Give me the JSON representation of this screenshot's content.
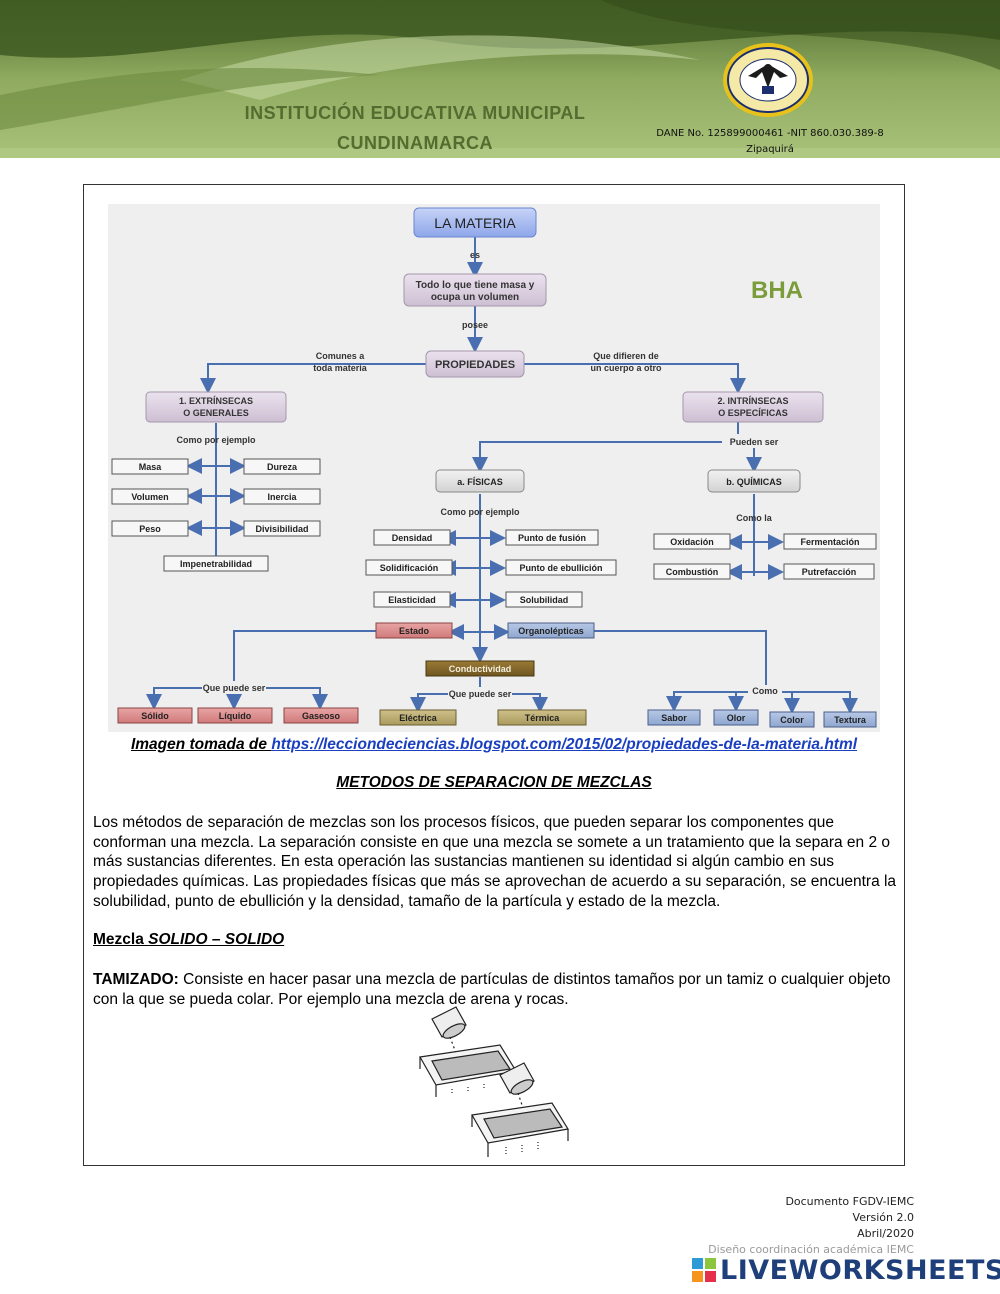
{
  "header": {
    "institution_line1": "INSTITUCIÓN EDUCATIVA MUNICIPAL",
    "institution_line2": "CUNDINAMARCA",
    "dane": "DANE No. 125899000461 -NIT 860.030.389-8",
    "city": "Zipaquirá",
    "colors": {
      "banner": "#9bb56a",
      "title": "#556b2f"
    }
  },
  "concept_map": {
    "root": "LA MATERIA",
    "link_es": "es",
    "definition_line1": "Todo lo que tiene masa y",
    "definition_line2": "ocupa un volumen",
    "link_posee": "posee",
    "properties": "PROPIEDADES",
    "left_link_line1": "Comunes a",
    "left_link_line2": "toda materia",
    "right_link_line1": "Que difieren de",
    "right_link_line2": "un cuerpo a otro",
    "extrinsic_line1": "1.   EXTRÍNSECAS",
    "extrinsic_line2": "O GENERALES",
    "intrinsic_line1": "2.   INTRÍNSECAS",
    "intrinsic_line2": "O  ESPECÍFICAS",
    "example_link": "Como por ejemplo",
    "extrinsic_items": [
      "Masa",
      "Dureza",
      "Volumen",
      "Inercia",
      "Peso",
      "Divisibilidad",
      "Impenetrabilidad"
    ],
    "pueden_ser": "Pueden ser",
    "physical": "a.   FÍSICAS",
    "chemical": "b.   QUÍMICAS",
    "physical_link": "Como por ejemplo",
    "physical_items": [
      "Densidad",
      "Punto de fusión",
      "Solidificación",
      "Punto de ebullición",
      "Elasticidad",
      "Solubilidad",
      "Estado",
      "Organolépticas",
      "Conductividad"
    ],
    "chemical_link": "Como la",
    "chemical_items": [
      "Oxidación",
      "Fermentación",
      "Combustión",
      "Putrefacción"
    ],
    "state_link": "Que puede ser",
    "states": [
      "Sólido",
      "Líquido",
      "Gaseoso"
    ],
    "conductivity_link": "Que puede ser",
    "conductivity_types": [
      "Eléctrica",
      "Térmica"
    ],
    "organoleptic_link": "Como",
    "organoleptic_items": [
      "Sabor",
      "Olor",
      "Color",
      "Textura"
    ],
    "logo_text": "BHA"
  },
  "caption": {
    "prefix": "Imagen tomada de ",
    "link": "https://lecciondeciencias.blogspot.com/2015/02/propiedades-de-la-materia.html"
  },
  "section_title": "METODOS DE SEPARACION DE MEZCLAS",
  "paragraph": "Los métodos de separación de mezclas son los procesos físicos, que pueden separar los componentes que conforman una mezcla. La separación consiste en que una mezcla se somete a un tratamiento que la separa en 2 o más sustancias diferentes. En esta operación las sustancias mantienen su identidad si algún cambio en sus propiedades químicas. Las propiedades físicas que más se aprovechan de acuerdo a su separación, se encuentra la solubilidad, punto de ebullición y la densidad, tamaño de la partícula y estado de la mezcla.",
  "mixture_heading": {
    "prefix": "Mezcla ",
    "type": "SOLIDO – SOLIDO"
  },
  "tamizado": {
    "label": "TAMIZADO:",
    "text": " Consiste en hacer pasar una mezcla de partículas de distintos tamaños por un tamiz o cualquier objeto con la que se pueda colar. Por ejemplo una mezcla de arena y rocas."
  },
  "footer": {
    "doc": "Documento FGDV-IEMC",
    "version": "Versión 2.0",
    "date": "Abril/2020",
    "design": "Diseño coordinación académica  IEMC",
    "brand": "LIVEWORKSHEETS"
  }
}
